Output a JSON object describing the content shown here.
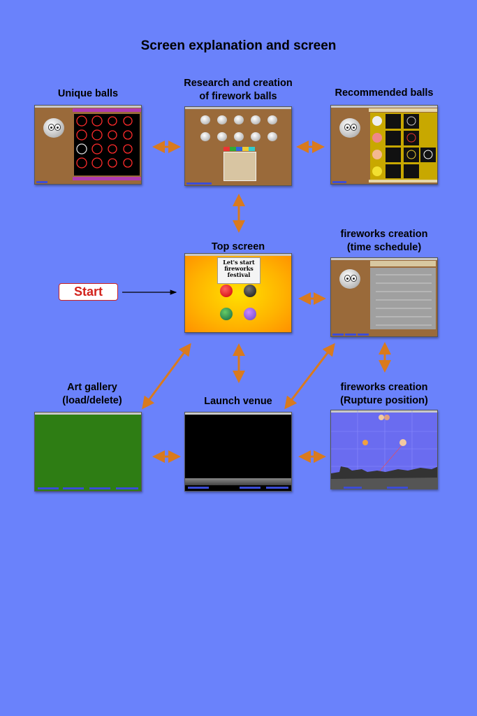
{
  "title": "Screen explanation and screen",
  "labels": {
    "unique_balls": "Unique balls",
    "research_line1": "Research and creation",
    "research_line2": "of firework balls",
    "recommended_balls": "Recommended balls",
    "top_screen": "Top screen",
    "time_line1": "fireworks creation",
    "time_line2": "(time schedule)",
    "gallery_line1": "Art gallery",
    "gallery_line2": "(load/delete)",
    "launch_venue": "Launch venue",
    "rupture_line1": "fireworks creation",
    "rupture_line2": "(Rupture position)"
  },
  "start_button": {
    "label": "Start",
    "color": "#d2221b"
  },
  "top_screen_banner": {
    "line1": "Let's start",
    "line2": "fireworks",
    "line3": "festival"
  },
  "colors": {
    "background": "#6a82fb",
    "arrow": "#d97a1e",
    "panel_brown": "#9a6a3a",
    "gallery_green": "#2e7d14",
    "top_orange": "#ffb300",
    "rupture_blue": "#6a6cf0"
  }
}
